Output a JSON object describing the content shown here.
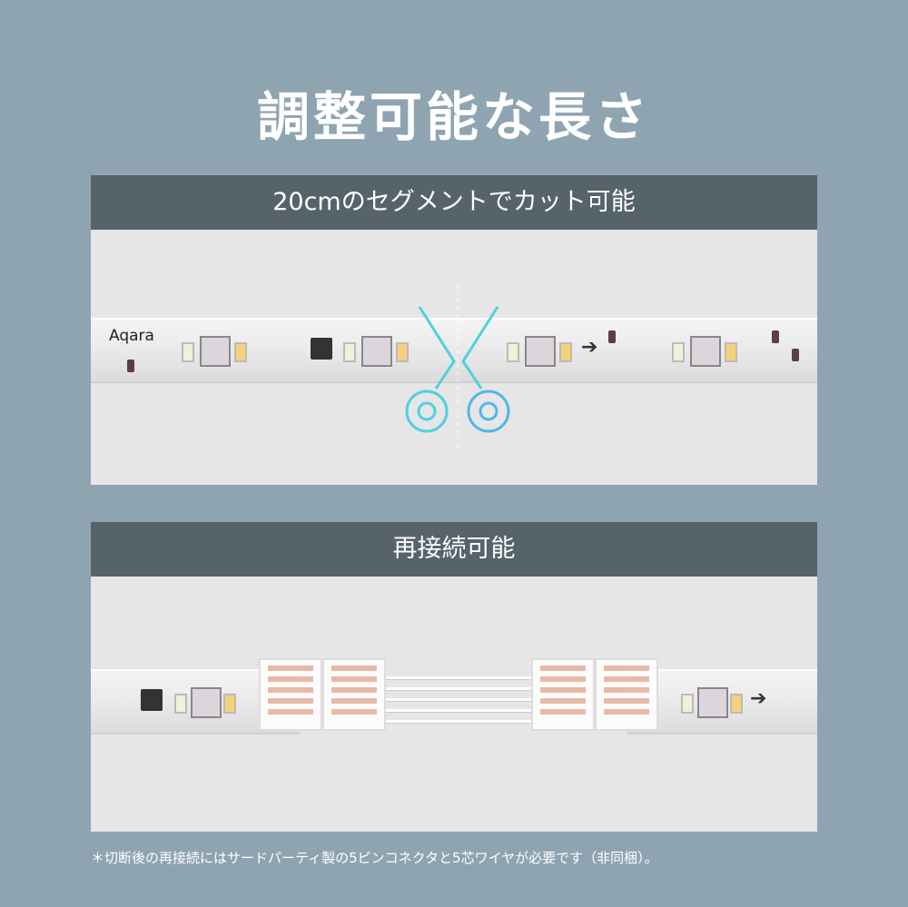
{
  "title": "調整可能な長さ",
  "section1": {
    "heading": "20cmのセグメントでカット可能",
    "logo": "Aqara"
  },
  "section2": {
    "heading": "再接続可能"
  },
  "footnote": "＊切断後の再接続にはサードパーティ製の5ピンコネクタと5芯ワイヤが必要です（非同梱）。",
  "colors": {
    "background": "#8fa4b1",
    "header_bar": "#56636b",
    "panel": "#e6e6e6",
    "scissors": "#4fd0e0"
  }
}
